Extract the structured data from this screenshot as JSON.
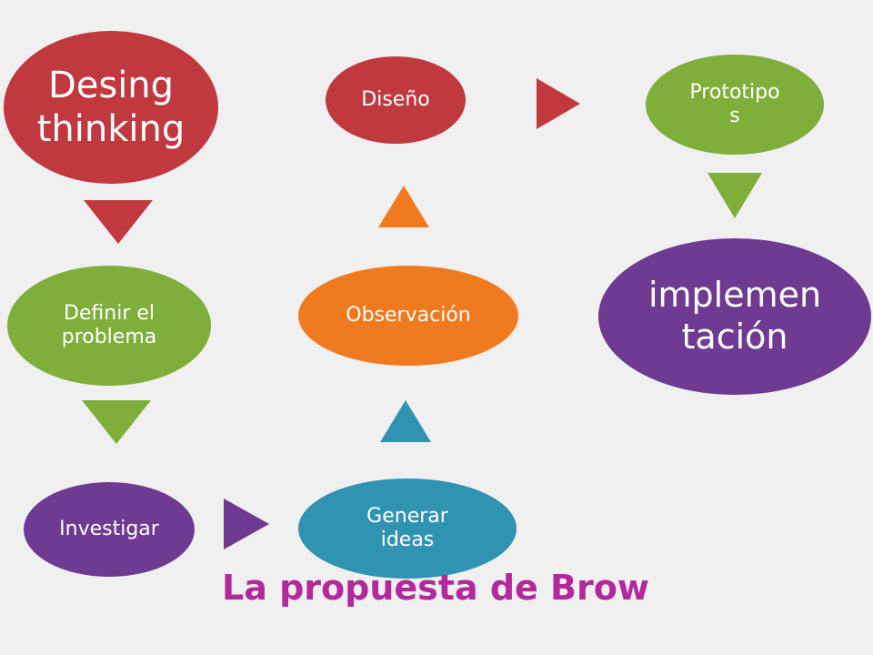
{
  "colors": {
    "background": "#f0f0f0",
    "red": "#c0393f",
    "green": "#7fae3b",
    "purple": "#6e3a92",
    "teal": "#2f93b1",
    "orange": "#f07a1f",
    "caption": "#b3289b"
  },
  "nodes": {
    "design_thinking": "Desing\nthinking",
    "definir": "Definir el\nproblema",
    "investigar": "Investigar",
    "generar": "Generar\nideas",
    "observacion": "Observación",
    "diseno": "Diseño",
    "prototipos": "Prototipo\ns",
    "implementacion": "implemen\ntación"
  },
  "arrows": [
    {
      "id": "arrow-1",
      "direction": "down",
      "color": "#c0393f"
    },
    {
      "id": "arrow-2",
      "direction": "down",
      "color": "#7fae3b"
    },
    {
      "id": "arrow-3",
      "direction": "right",
      "color": "#6e3a92"
    },
    {
      "id": "arrow-4",
      "direction": "up",
      "color": "#2f93b1"
    },
    {
      "id": "arrow-5",
      "direction": "up",
      "color": "#f07a1f"
    },
    {
      "id": "arrow-6",
      "direction": "right",
      "color": "#c0393f"
    },
    {
      "id": "arrow-7",
      "direction": "down",
      "color": "#7fae3b"
    }
  ],
  "caption": "La propuesta de Brow"
}
